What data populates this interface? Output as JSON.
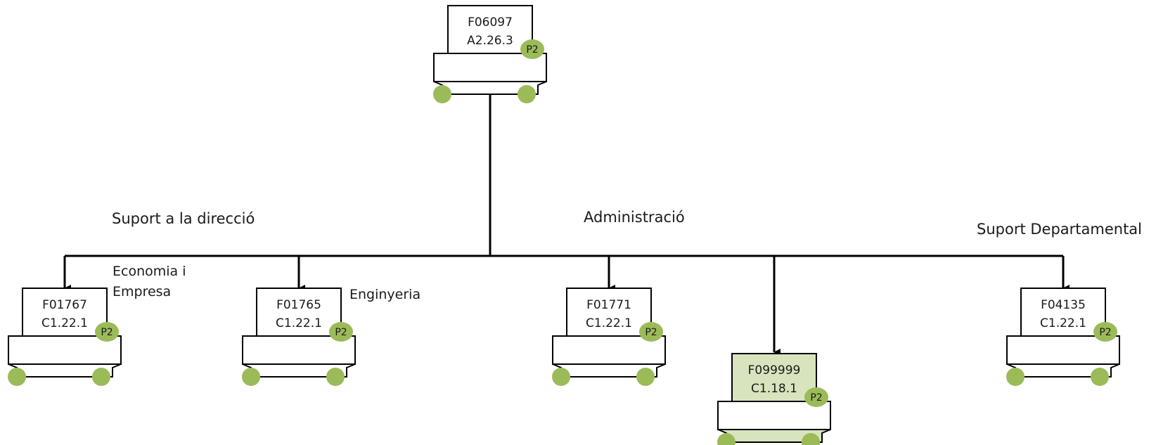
{
  "colors": {
    "line": "#000000",
    "badge": "#9bbb59",
    "highlight_fill": "#d7e4bd",
    "node_fill": "#ffffff"
  },
  "root": {
    "code": "F06097",
    "sub": "A2.26.3",
    "badge": "P2"
  },
  "section_labels": [
    "Suport a la direcció",
    "Administració",
    "Suport Departamental"
  ],
  "unit_labels": [
    "Economia i",
    "Empresa",
    "Enginyeria"
  ],
  "nodes": [
    {
      "code": "F01767",
      "sub": "C1.22.1",
      "badge": "P2",
      "highlight": false
    },
    {
      "code": "F01765",
      "sub": "C1.22.1",
      "badge": "P2",
      "highlight": false
    },
    {
      "code": "F01771",
      "sub": "C1.22.1",
      "badge": "P2",
      "highlight": false
    },
    {
      "code": "F099999",
      "sub": "C1.18.1",
      "badge": "P2",
      "highlight": true
    },
    {
      "code": "F04135",
      "sub": "C1.22.1",
      "badge": "P2",
      "highlight": false
    }
  ]
}
